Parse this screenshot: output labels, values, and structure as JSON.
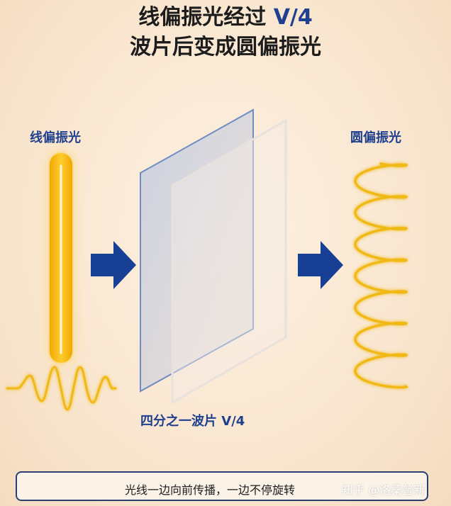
{
  "title": {
    "line1_prefix": "线偏振光经过 ",
    "line1_accent": "V/4",
    "line2": "波片后变成圆偏振光"
  },
  "labels": {
    "linear": "线偏振光",
    "circular": "圆偏振光",
    "plate": "四分之一波片 V/4"
  },
  "caption": "光线一边向前传播，一边不停旋转",
  "watermark": "知乎 @洛桑普新",
  "colors": {
    "beam": "#f5b800",
    "arrow": "#173f94",
    "plate_edge": "#7f97c6",
    "helix": "#f1b918"
  },
  "icons": [
    "arrow-right-icon",
    "arrow-right-icon"
  ]
}
